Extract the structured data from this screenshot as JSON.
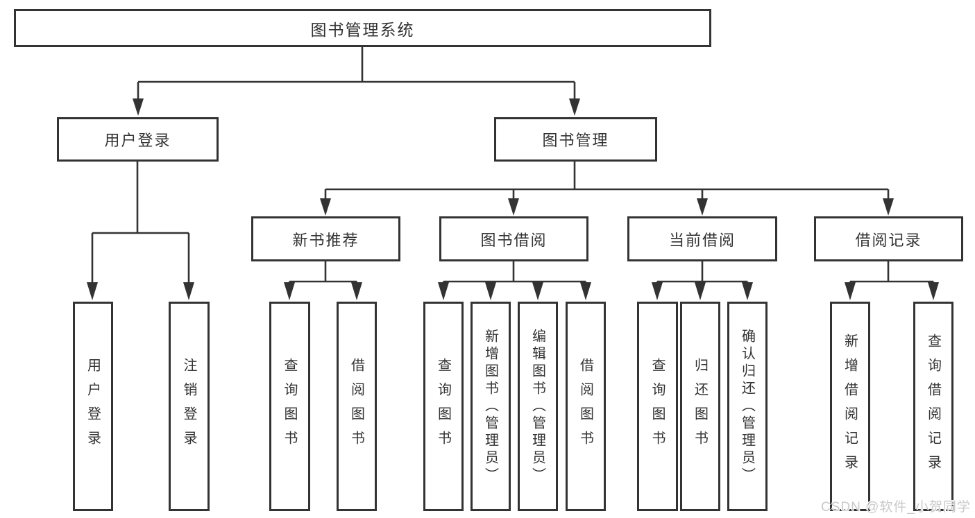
{
  "tree": {
    "label": "图书管理系统",
    "children": [
      {
        "label": "用户登录",
        "children": [
          {
            "label": "用户登录"
          },
          {
            "label": "注销登录"
          }
        ]
      },
      {
        "label": "图书管理",
        "children": [
          {
            "label": "新书推荐",
            "children": [
              {
                "label": "查询图书"
              },
              {
                "label": "借阅图书"
              }
            ]
          },
          {
            "label": "图书借阅",
            "children": [
              {
                "label": "查询图书"
              },
              {
                "label": "新增图书（管理员）"
              },
              {
                "label": "编辑图书（管理员）"
              },
              {
                "label": "借阅图书"
              }
            ]
          },
          {
            "label": "当前借阅",
            "children": [
              {
                "label": "查询图书"
              },
              {
                "label": "归还图书"
              },
              {
                "label": "确认归还（管理员）"
              }
            ]
          },
          {
            "label": "借阅记录",
            "children": [
              {
                "label": "新增借阅记录"
              },
              {
                "label": "查询借阅记录"
              }
            ]
          }
        ]
      }
    ]
  },
  "watermark": {
    "text": "CSDN @软件_小贺同学"
  },
  "colors": {
    "line": "#333333",
    "text": "#333333",
    "background": "#ffffff",
    "watermark": "#c9c9c9"
  }
}
